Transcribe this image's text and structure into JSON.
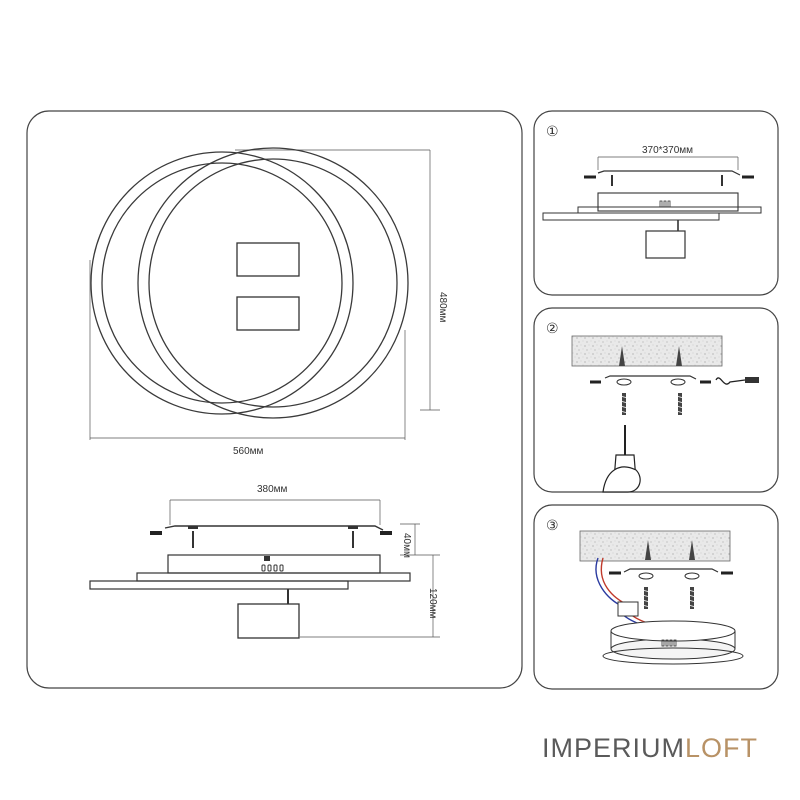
{
  "main_panel": {
    "width_label": "560мм",
    "height_label": "480мм",
    "side_width_label": "380мм",
    "plate_height_label": "40мм",
    "total_height_label": "120мм"
  },
  "step1": {
    "number": "①",
    "mount_label": "370*370мм"
  },
  "step2": {
    "number": "②"
  },
  "step3": {
    "number": "③"
  },
  "brand": {
    "part1": "IMPERIUM",
    "part2": "LOFT",
    "color1": "#5a5a5a",
    "color2": "#b89266"
  }
}
